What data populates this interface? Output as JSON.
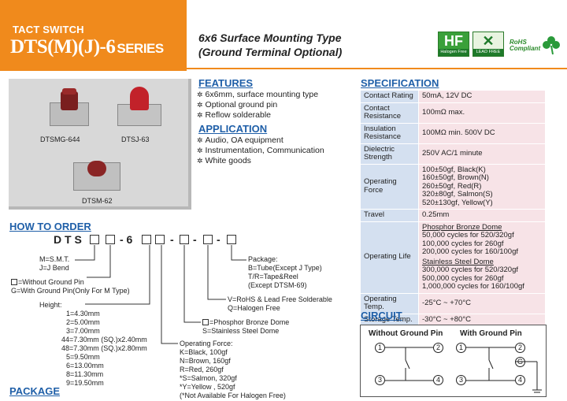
{
  "header": {
    "series_label": "TACT SWITCH",
    "model": "DTS(M)(J)-6",
    "model_suffix": "SERIES",
    "subtitle_line1": "6x6 Surface Mounting Type",
    "subtitle_line2": "(Ground Terminal Optional)",
    "badges": [
      {
        "glyph": "HF",
        "caption": "Halogen Free"
      },
      {
        "glyph": "✕",
        "caption": "LEAD FREE"
      }
    ],
    "rohs_text": [
      "RoHS",
      "Compliant"
    ],
    "colors": {
      "accent": "#f08a1c",
      "heading": "#1f5fa8",
      "table_key": "#d4e0f0",
      "table_value": "#f7e3e7"
    }
  },
  "photo": {
    "labels": [
      "DTSMG-644",
      "DTSJ-63",
      "DTSM-62"
    ]
  },
  "features": {
    "title": "FEATURES",
    "items": [
      "6x6mm, surface mounting type",
      "Optional ground pin",
      "Reflow solderable"
    ]
  },
  "application": {
    "title": "APPLICATION",
    "items": [
      "Audio, OA equipment",
      "Instrumentation, Communication",
      "White goods"
    ]
  },
  "specification": {
    "title": "SPECIFICATION",
    "contact_rating": {
      "key": "Contact Rating",
      "value": "50mA, 12V DC"
    },
    "contact_resistance": {
      "key": "Contact Resistance",
      "value": "100mΩ max."
    },
    "insulation_resistance": {
      "key": "Insulation Resistance",
      "value": "100MΩ min. 500V DC"
    },
    "dielectric_strength": {
      "key": "Dielectric Strength",
      "value": "250V AC/1 minute"
    },
    "operating_force": {
      "key": "Operating Force",
      "values": [
        "100±50gf, Black(K)",
        "160±50gf, Brown(N)",
        "260±50gf, Red(R)",
        "320±80gf, Salmon(S)",
        "520±130gf, Yellow(Y)"
      ]
    },
    "travel": {
      "key": "Travel",
      "value": "0.25mm"
    },
    "operating_life": {
      "key": "Operating Life",
      "phosphor_title": "Phosphor Bronze Dome",
      "phosphor": [
        "50,000 cycles for 520/320gf",
        "100,000 cycles for 260gf",
        "200,000 cycles for 160/100gf"
      ],
      "stainless_title": "Stainless Steel Dome",
      "stainless": [
        "300,000 cycles for 520/320gf",
        "500,000 cycles for 260gf",
        "1,000,000 cycles for 160/100gf"
      ]
    },
    "operating_temp": {
      "key": "Operating Temp.",
      "value": "-25°C ~ +70°C"
    },
    "storage_temp": {
      "key": "Storage Temp.",
      "value": "-30°C ~ +80°C"
    }
  },
  "order": {
    "title": "HOW TO ORDER",
    "prefix": "D T S",
    "dash6": "- 6",
    "dash": "-",
    "type_note": [
      "M=S.M.T.",
      "J=J Bend"
    ],
    "ground_note": [
      "=Without Ground Pin",
      "G=With Ground Pin(Only For M Type)"
    ],
    "height_title": "Height:",
    "heights": [
      "1=4.30mm",
      "2=5.00mm",
      "3=7.00mm",
      "44=7.30mm (SQ.)x2.40mm",
      "48=7.30mm (SQ.)x2.80mm",
      "5=9.50mm",
      "6=13.00mm",
      "8=11.30mm",
      "9=19.50mm"
    ],
    "force_title": "Operating Force:",
    "forces": [
      "K=Black, 100gf",
      "N=Brown, 160gf",
      "R=Red, 260gf",
      "*S=Salmon, 320gf",
      "*Y=Yellow , 520gf",
      "(*Not Available For Halogen Free)"
    ],
    "dome": [
      "=Phosphor Bronze Dome",
      "S=Stainless Steel Dome"
    ],
    "rohs": [
      "V=RoHS & Lead Free Solderable",
      "Q=Halogen Free"
    ],
    "package": [
      "Package:",
      "B=Tube(Except J Type)",
      "T/R=Tape&Reel",
      "(Except DTSM-69)"
    ]
  },
  "circuit": {
    "title": "CIRCUIT",
    "left_title": "Without Ground Pin",
    "right_title": "With Ground Pin",
    "pins": [
      "1",
      "2",
      "3",
      "4"
    ],
    "ground_pin": "G"
  },
  "package_title": "PACKAGE"
}
